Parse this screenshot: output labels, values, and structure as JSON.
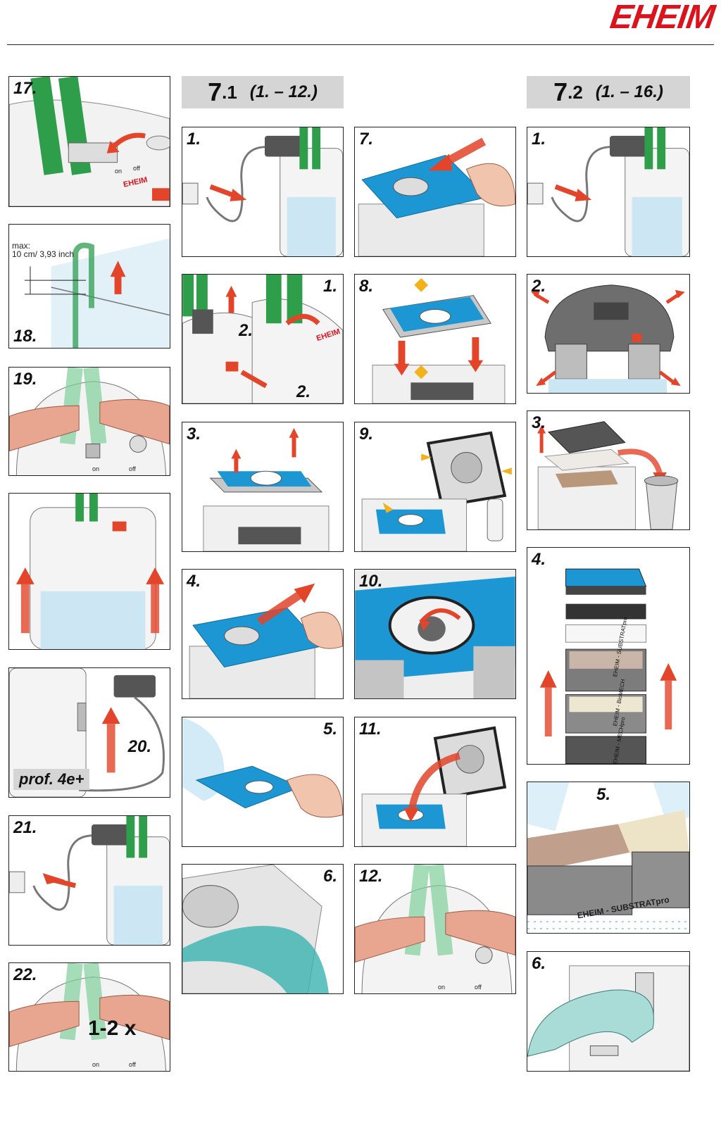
{
  "brand": {
    "logo": "EHEIM"
  },
  "sections": {
    "s71": {
      "major": "7",
      "minor": "1",
      "range": "(1. – 12.)"
    },
    "s72": {
      "major": "7",
      "minor": "2",
      "range": "(1. – 16.)"
    }
  },
  "col1": [
    {
      "num": "17.",
      "switch_on": "on",
      "switch_off": "off",
      "product": "EHEIM"
    },
    {
      "num": "18.",
      "note_max": "max:",
      "note_dim": "10 cm/ 3,93 inch"
    },
    {
      "num": "19.",
      "switch_on": "on",
      "switch_off": "off"
    },
    {
      "num": ""
    },
    {
      "num": "20.",
      "badge": "prof. 4e+"
    },
    {
      "num": "21."
    },
    {
      "num": "22.",
      "repeat": "1-2 x",
      "switch_on": "on",
      "switch_off": "off"
    }
  ],
  "col2": [
    {
      "num": "1."
    },
    {
      "num": "2.",
      "sub1": "1.",
      "sub2": "2.",
      "sub2b": "2.",
      "product": "EHEIM"
    },
    {
      "num": "3."
    },
    {
      "num": "4."
    },
    {
      "num": "5."
    },
    {
      "num": "6."
    }
  ],
  "col3": [
    {
      "num": "7."
    },
    {
      "num": "8."
    },
    {
      "num": "9."
    },
    {
      "num": "10."
    },
    {
      "num": "11."
    },
    {
      "num": "12.",
      "switch_on": "on",
      "switch_off": "off"
    }
  ],
  "col4": [
    {
      "num": "1."
    },
    {
      "num": "2."
    },
    {
      "num": "3."
    },
    {
      "num": "4.",
      "media1": "EHEIM - SUBSTRATpro",
      "media2": "EHEIM - BioMECH",
      "media3": "EHEIM - MECHpro"
    },
    {
      "num": "5.",
      "media1": "EHEIM - SUBSTRATpro"
    },
    {
      "num": "6."
    }
  ],
  "colors": {
    "brand_red": "#d9141c",
    "filter_blue": "#1d97d4",
    "hose_green": "#2e9e4a",
    "arrow_red": "#e2452a",
    "header_gray": "#d5d5d5"
  }
}
